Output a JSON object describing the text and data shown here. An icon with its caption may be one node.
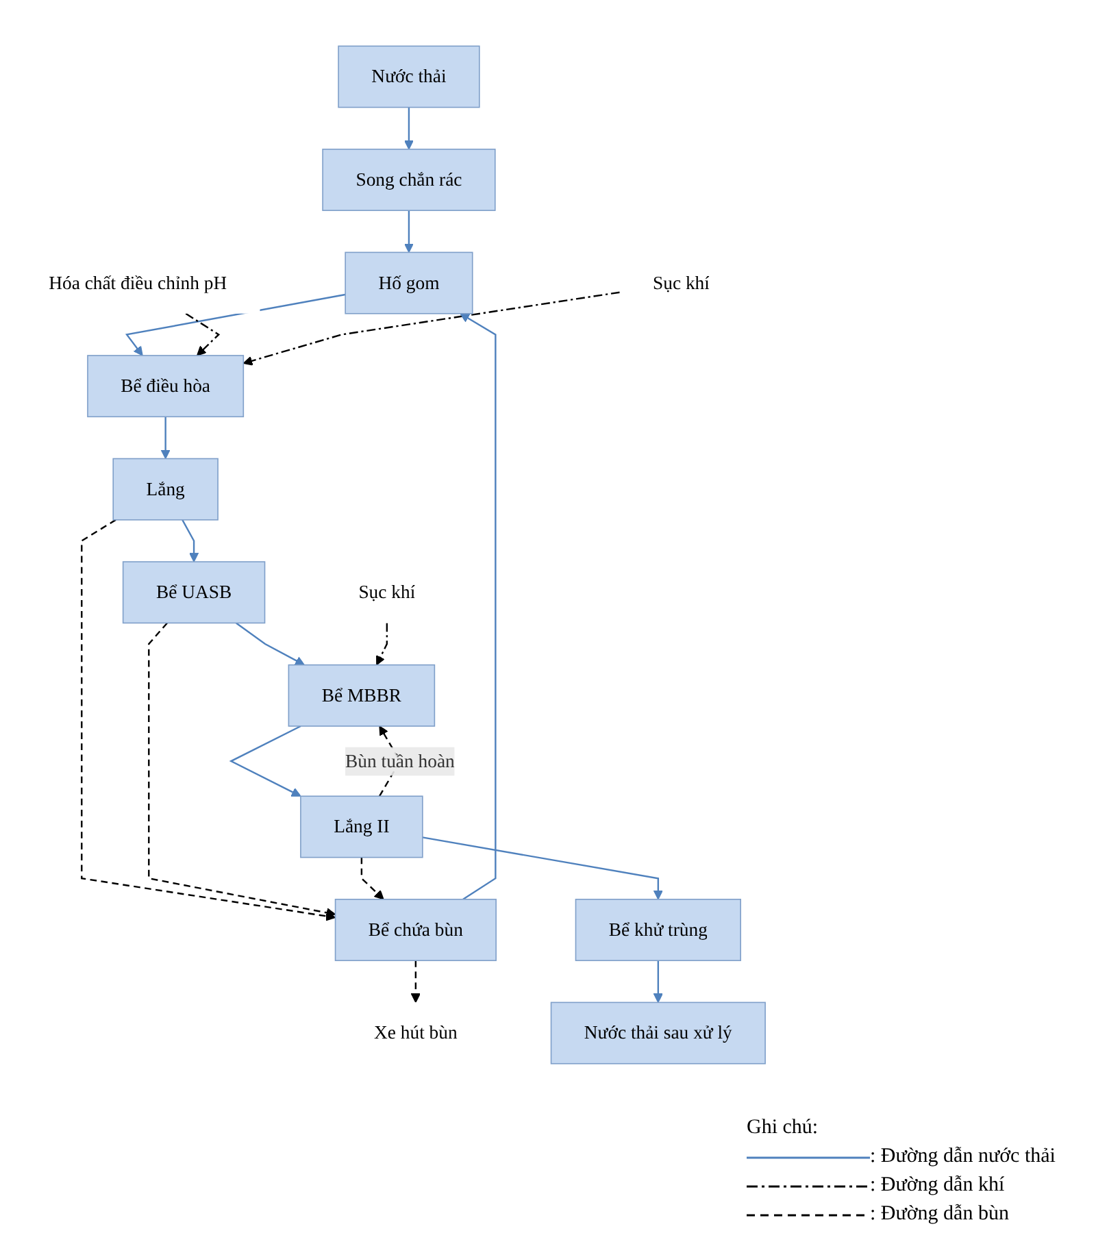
{
  "diagram": {
    "nodes": [
      {
        "text": [
          "Nước thải"
        ]
      },
      {
        "text": [
          "Song chắn rác"
        ]
      },
      {
        "text": [
          "Hố gom"
        ]
      },
      {
        "text": [
          "Hóa chất điều chỉnh pH"
        ]
      },
      {
        "text": [
          "Sục khí"
        ]
      },
      {
        "text": [
          "Bể điều hòa"
        ]
      },
      {
        "text": [
          "Lắng"
        ]
      },
      {
        "text": [
          "Bể UASB"
        ]
      },
      {
        "text": [
          "Sục khí"
        ]
      },
      {
        "text": [
          "Bể MBBR"
        ]
      },
      {
        "text": [
          "Lắng II"
        ]
      },
      {
        "text": [
          "Bể chứa bùn"
        ]
      },
      {
        "text": [
          "Bể khử trùng"
        ]
      },
      {
        "text": [
          "Xe hút bùn"
        ]
      },
      {
        "text": [
          "Nước thải sau xử lý"
        ]
      }
    ],
    "edges": [
      {
        "from": 0,
        "to": 1,
        "arrow": "to"
      },
      {
        "from": 1,
        "to": 2,
        "arrow": "to"
      },
      {
        "from": 2,
        "to": 5,
        "arrow": "to"
      },
      {
        "from": 3,
        "to": 5,
        "arrow": "to",
        "style": "dashed",
        "color": "#000000"
      },
      {
        "from": 4,
        "to": 5,
        "arrow": "to",
        "style": "dashed",
        "color": "#000000"
      },
      {
        "from": 5,
        "to": 6,
        "arrow": "to"
      },
      {
        "from": 6,
        "to": 7,
        "arrow": "to"
      },
      {
        "from": 6,
        "to": 11,
        "arrow": "to",
        "style": "dashed",
        "color": "#000000"
      },
      {
        "from": 7,
        "to": 11,
        "arrow": "to",
        "style": "dashed",
        "color": "#000000"
      },
      {
        "from": 7,
        "to": 9,
        "arrow": "to"
      },
      {
        "from": 8,
        "to": 9,
        "arrow": "to",
        "style": "dashed",
        "color": "#000000"
      },
      {
        "from": 9,
        "to": 10,
        "arrow": "to"
      },
      {
        "from": 10,
        "to": 11,
        "arrow": "to",
        "style": "dashed",
        "color": "#000000"
      },
      {
        "from": 10,
        "to": 9,
        "arrow": "to",
        "label": "Bùn tuần hoàn",
        "style": "dashed",
        "color": "#000000"
      },
      {
        "from": 11,
        "to": 2,
        "arrow": "to"
      },
      {
        "from": 10,
        "to": 12,
        "arrow": "to"
      },
      {
        "from": 11,
        "to": 13,
        "arrow": "to",
        "style": "dashed",
        "color": "#000000"
      },
      {
        "from": 12,
        "to": 14,
        "arrow": "to"
      }
    ],
    "labels": [
      "Ghi chú:"
    ],
    "legend": [
      {
        "text": ": Đường dẫn nước thải"
      },
      {
        "text": ": Đường dẫn khí"
      },
      {
        "text": ": Đường dẫn bùn"
      }
    ]
  }
}
